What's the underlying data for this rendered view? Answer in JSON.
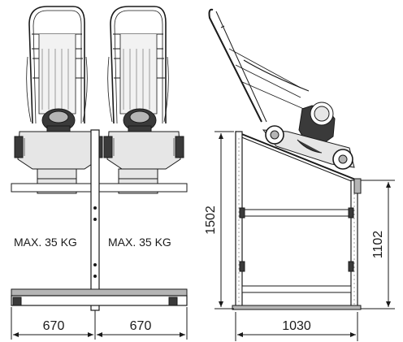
{
  "front_view": {
    "load_labels": [
      "MAX. 35 KG",
      "MAX. 35 KG"
    ],
    "width_dims": [
      "670",
      "670"
    ]
  },
  "side_view": {
    "height_front": "1502",
    "height_rear": "1102",
    "depth": "1030"
  },
  "colors": {
    "line": "#1a1a1a",
    "fill_light": "#e6e6e6",
    "fill_mid": "#b5b5b5",
    "fill_dark": "#3a3a3a"
  }
}
